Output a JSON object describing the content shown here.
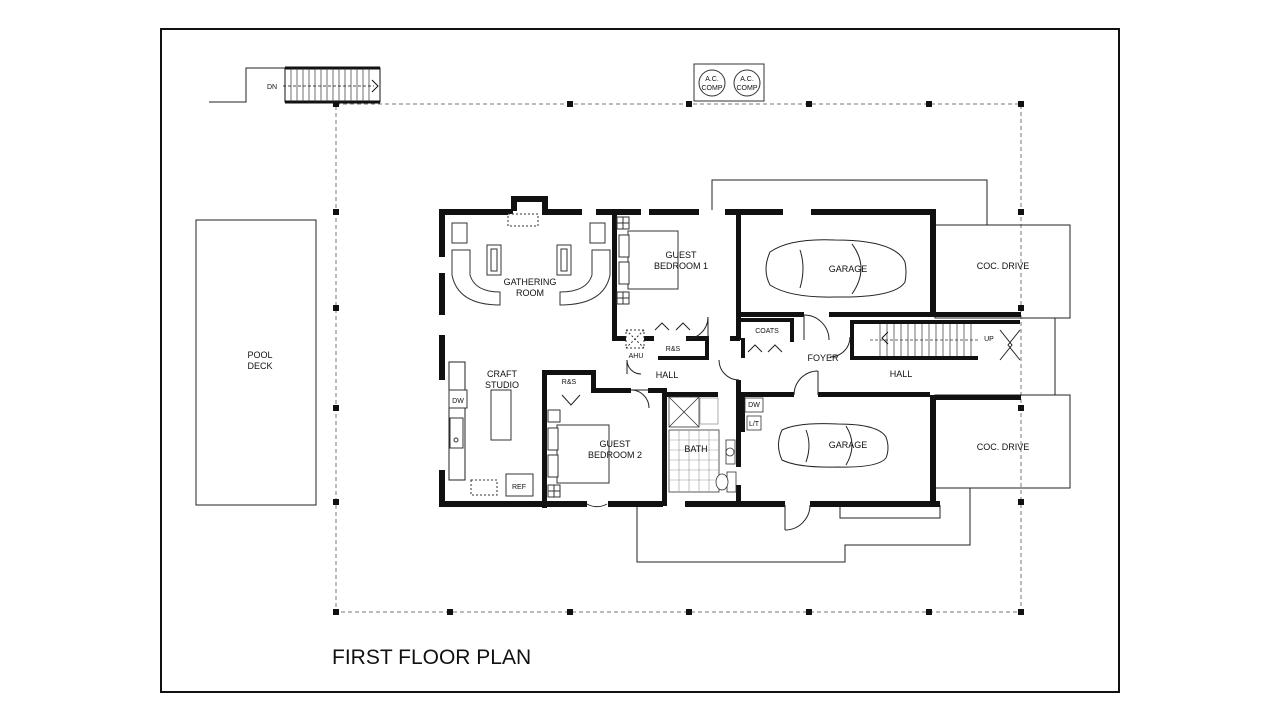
{
  "title": "FIRST FLOOR PLAN",
  "stair_dn": "DN",
  "stair_up": "UP",
  "ac_comp_1": [
    "A.C.",
    "COMP"
  ],
  "ac_comp_2": [
    "A.C.",
    "COMP"
  ],
  "pool_deck": [
    "POOL",
    "DECK"
  ],
  "gathering_room": [
    "GATHERING",
    "ROOM"
  ],
  "craft_studio": [
    "CRAFT",
    "STUDIO"
  ],
  "guest_bedroom_1": [
    "GUEST",
    "BEDROOM 1"
  ],
  "guest_bedroom_2": [
    "GUEST",
    "BEDROOM 2"
  ],
  "garage_top": "GARAGE",
  "garage_bottom": "GARAGE",
  "coc_drive_top": "COC.  DRIVE",
  "coc_drive_bottom": "COC.  DRIVE",
  "coats": "COATS",
  "foyer": "FOYER",
  "hall_left": "HALL",
  "hall_right": "HALL",
  "bath": "BATH",
  "ahu": "AHU",
  "rs_top": "R&S",
  "rs_bottom": "R&S",
  "dw_kitchen": "DW",
  "dw_laundry": "DW",
  "lt": "L/T",
  "ref": "REF"
}
